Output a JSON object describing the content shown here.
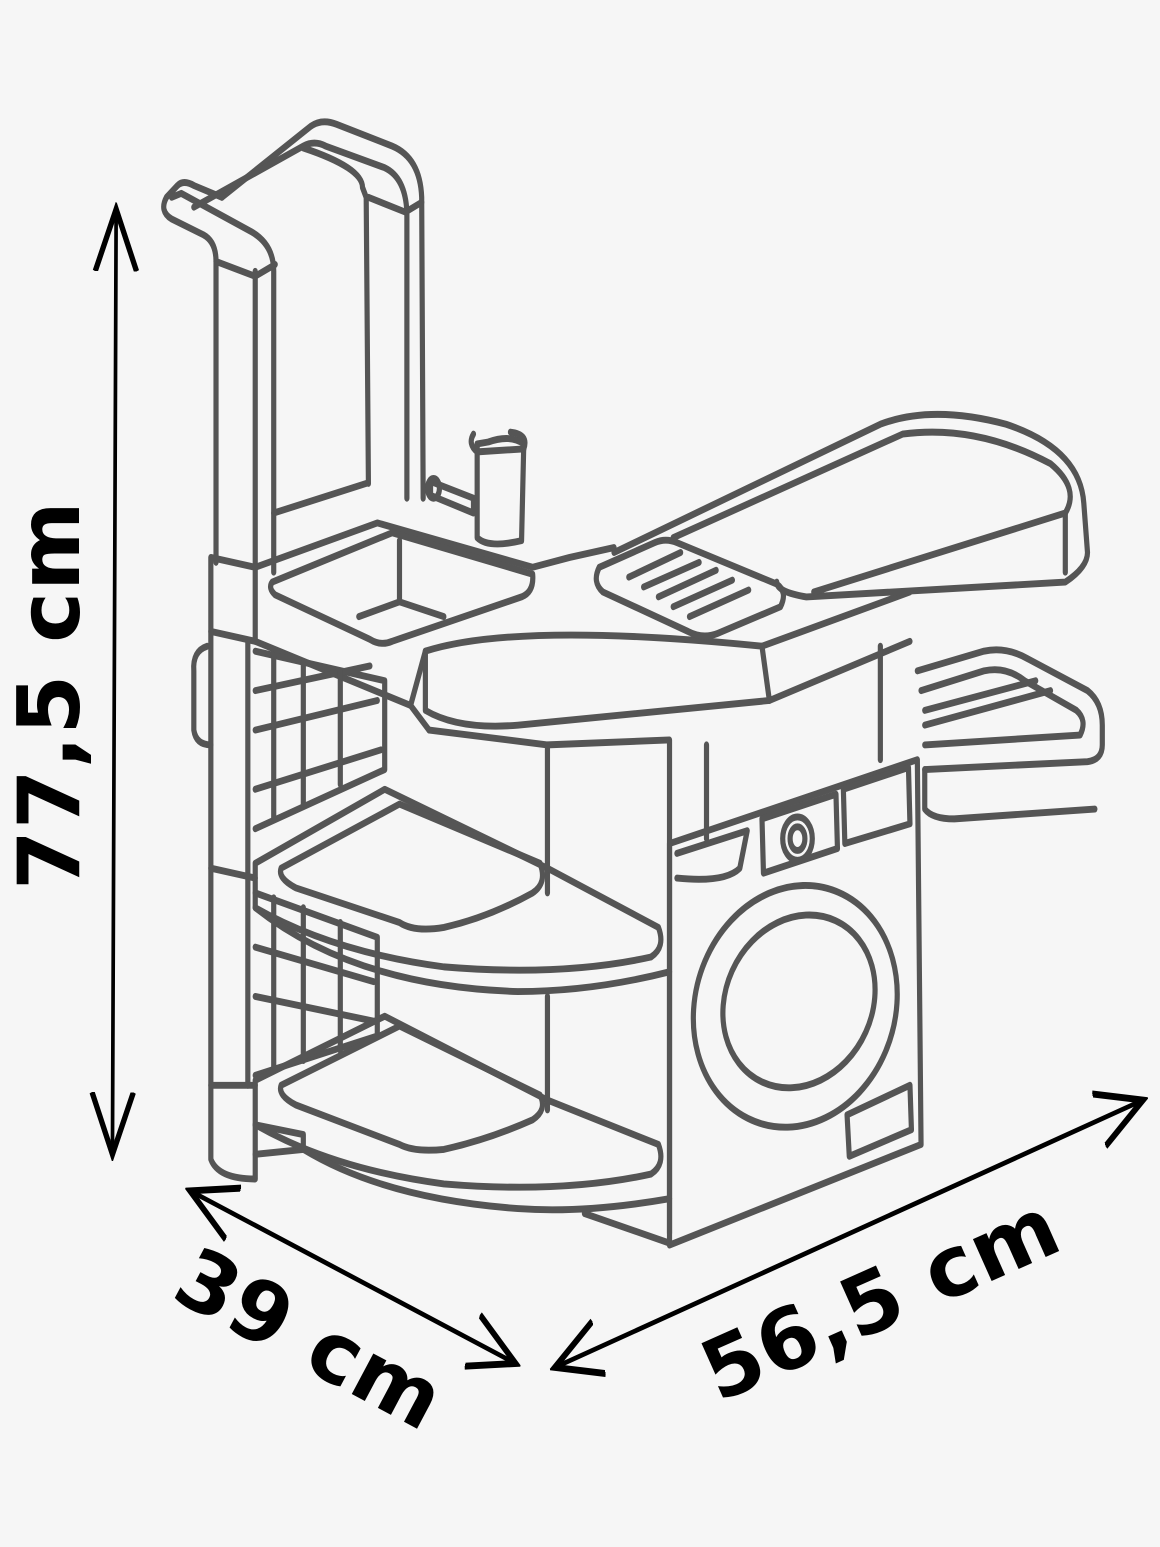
{
  "figure": {
    "subject": "toy laundry station line drawing with dimensions",
    "line_color": "#555555",
    "dimension_color": "#000000",
    "background_color": "#f6f6f6",
    "parts": [
      "drying-rack-frame",
      "sink",
      "faucet",
      "ironing-board",
      "washboard",
      "towel-rack",
      "shelf-upper",
      "shelf-lower",
      "side-grid",
      "washing-machine",
      "washer-door",
      "washer-control-panel",
      "washer-filter-hatch"
    ]
  },
  "dimensions": {
    "height": {
      "label": "77,5 cm",
      "value": 77.5,
      "unit": "cm"
    },
    "depth": {
      "label": "39 cm",
      "value": 39,
      "unit": "cm"
    },
    "width": {
      "label": "56,5 cm",
      "value": 56.5,
      "unit": "cm"
    }
  }
}
